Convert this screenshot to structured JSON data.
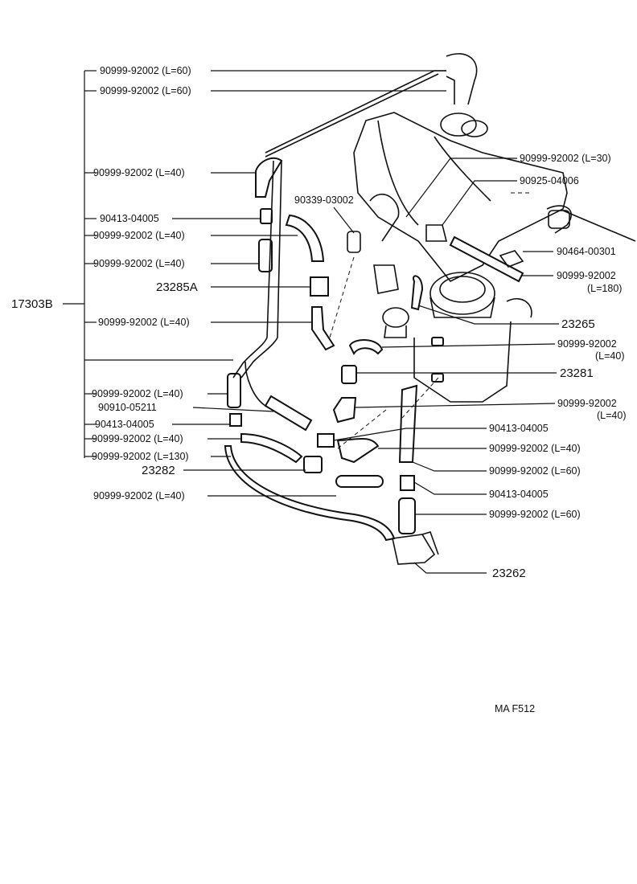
{
  "labels": {
    "l_left_1": "90999-92002 (L=60)",
    "l_left_2": "90999-92002 (L=60)",
    "l_left_3": "90999-92002 (L=40)",
    "l_left_4": "90413-04005",
    "l_left_5": "90999-92002 (L=40)",
    "l_left_6": "90999-92002 (L=40)",
    "l_left_7": "23285A",
    "l_left_8": "90999-92002 (L=40)",
    "l_left_9": "90999-92002 (L=40)",
    "l_left_10": "90910-05211",
    "l_left_11": "90413-04005",
    "l_left_12": "90999-92002 (L=40)",
    "l_left_13": "90999-92002 (L=130)",
    "l_left_14": "23282",
    "l_left_15": "90999-92002 (L=40)",
    "l_main": "17303B",
    "l_top_mid": "90339-03002",
    "l_right_1": "90999-92002 (L=30)",
    "l_right_2": "90925-04006",
    "l_right_3": "90464-00301",
    "l_right_4a": "90999-92002",
    "l_right_4b": "(L=180)",
    "l_right_5": "23265",
    "l_right_6a": "90999-92002",
    "l_right_6b": "(L=40)",
    "l_right_7": "23281",
    "l_right_8a": "90999-92002",
    "l_right_8b": "(L=40)",
    "l_right_9": "90413-04005",
    "l_right_10": "90999-92002 (L=40)",
    "l_right_11": "90999-92002 (L=60)",
    "l_right_12": "90413-04005",
    "l_right_13": "90999-92002 (L=60)",
    "l_right_14": "23262",
    "l_ref": "MA F512"
  },
  "colors": {
    "ink": "#111111",
    "paper": "#ffffff"
  }
}
